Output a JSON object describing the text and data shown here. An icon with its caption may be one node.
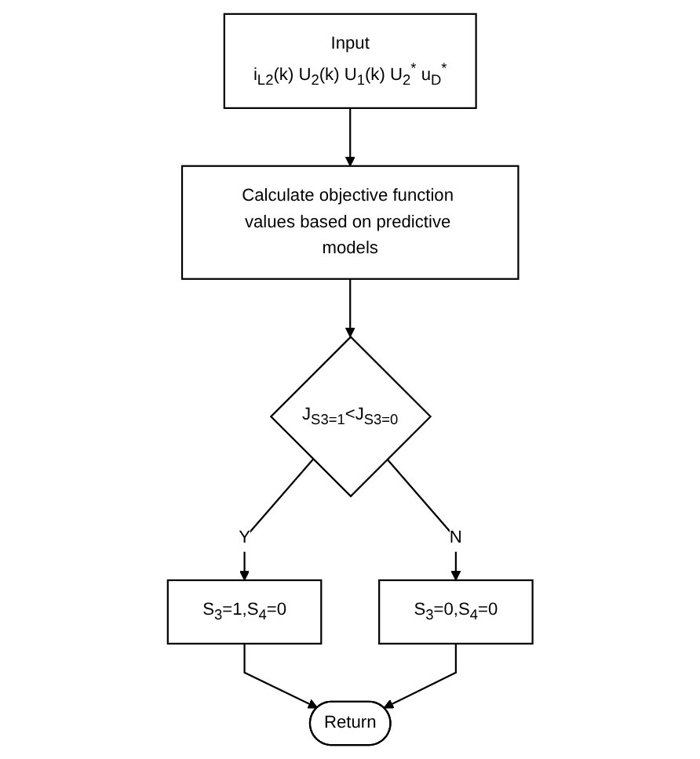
{
  "diagram": {
    "nodes": [
      {
        "text": [
          "Input",
          "i$_{L2}$(k) U$_{2}$(k) U$_{1}$(k) U$_{2}$$^{*}$ u$_{D}$$^{*}$"
        ]
      },
      {
        "text": [
          "Calculate objective function values based on predictive models"
        ]
      },
      {
        "text": [
          "J$_{S3=1}$<J$_{S3=0}$"
        ]
      },
      {
        "text": [
          "S$_{3}$=1,S$_{4}$=0"
        ]
      },
      {
        "text": [
          "S$_{3}$=0,S$_{4}$=0"
        ]
      },
      {
        "text": [
          "Return"
        ]
      }
    ],
    "edges": [
      {
        "from": 0,
        "to": 1,
        "arrow": "to"
      },
      {
        "from": 1,
        "to": 2,
        "arrow": "to"
      },
      {
        "from": 2,
        "to": 3,
        "arrow": "to",
        "label": "Y"
      },
      {
        "from": 2,
        "to": 4,
        "arrow": "to",
        "label": "N"
      },
      {
        "from": 3,
        "to": 5,
        "arrow": "to"
      },
      {
        "from": 4,
        "to": 5,
        "arrow": "to"
      }
    ]
  }
}
